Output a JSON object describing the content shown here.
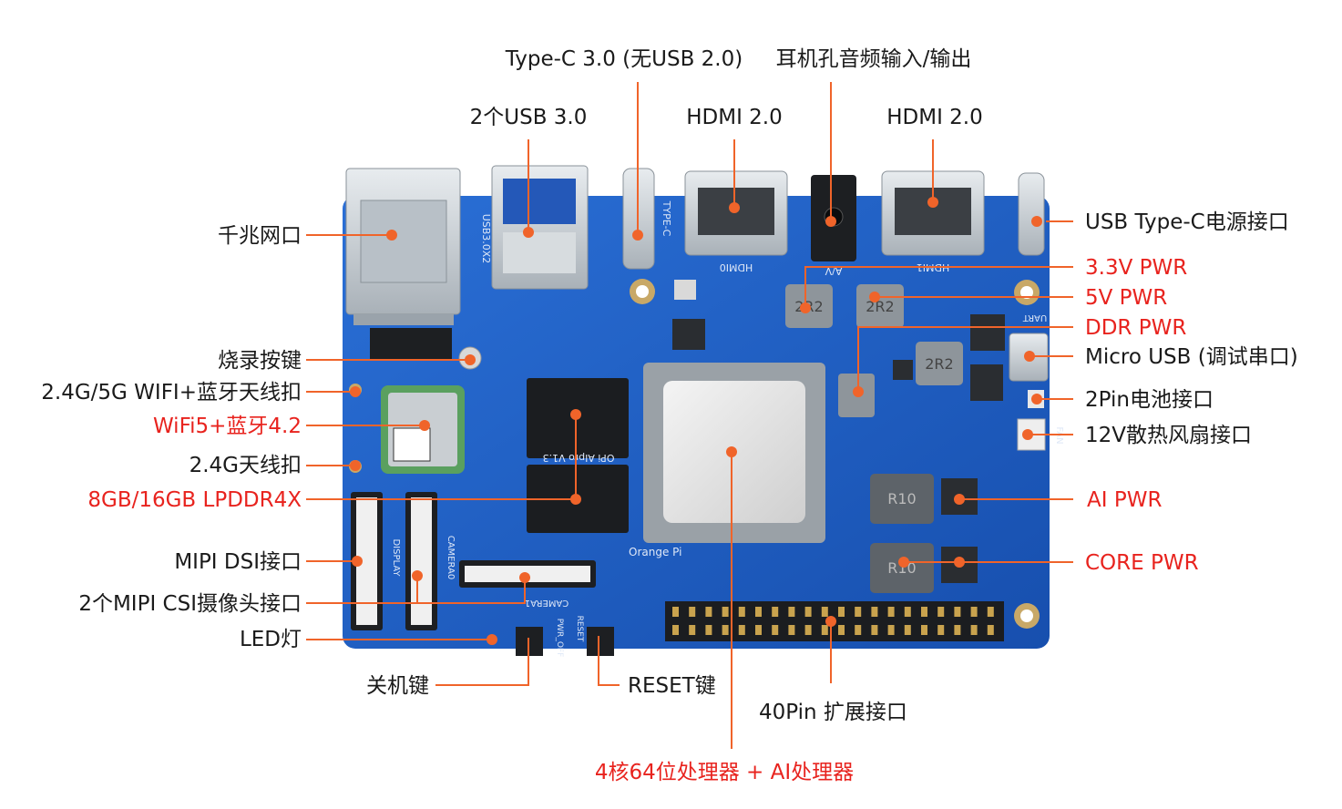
{
  "colors": {
    "normal_label": "#1a1a1a",
    "highlight_label": "#e8231e",
    "pointer": "#f0642a",
    "board": "#1f5fc4"
  },
  "labels": {
    "typec_usb": "Type-C 3.0 (无USB 2.0)",
    "headphone": "耳机孔音频输入/输出",
    "usb3x2": "2个USB 3.0",
    "hdmi1": "HDMI 2.0",
    "hdmi2": "HDMI 2.0",
    "ethernet": "千兆网口",
    "usb_typec_power": "USB Type-C电源接口",
    "pwr_33": "3.3V PWR",
    "pwr_5": "5V PWR",
    "pwr_ddr": "DDR PWR",
    "micro_usb": "Micro USB (调试串口)",
    "burn_key": "烧录按键",
    "wifi_bt_ant": "2.4G/5G WIFI+蓝牙天线扣",
    "battery": "2Pin电池接口",
    "wifi5_bt": "WiFi5+蓝牙4.2",
    "fan": "12V散热风扇接口",
    "ant24": "2.4G天线扣",
    "lpddr": "8GB/16GB LPDDR4X",
    "ai_pwr": "AI PWR",
    "mipi_dsi": "MIPI DSI接口",
    "core_pwr": "CORE PWR",
    "mipi_csi": "2个MIPI CSI摄像头接口",
    "led": "LED灯",
    "power_key": "关机键",
    "reset_key": "RESET键",
    "pin40": "40Pin 扩展接口",
    "cpu": "4核64位处理器 + AI处理器"
  },
  "board_text": {
    "usb_mark": "USB3.0X2",
    "typec_mark": "TYPE-C",
    "hdmi0_mark": "HDMI0",
    "hdmi1_mark": "HDMI1",
    "av_mark": "A/V",
    "inductor_a": "2R2",
    "inductor_b": "2R2",
    "inductor_c": "2R2",
    "inductor_d": "R10",
    "inductor_e": "R10",
    "display_mark": "DISPLAY",
    "camera0_mark": "CAMERA0",
    "camera1_mark": "CAMERA1",
    "board_name": "OPi AIpro V1.3",
    "brand": "Orange Pi",
    "pwr_off": "PWR_OFF",
    "reset_mark": "RESET",
    "uart_mark": "UART",
    "fan_mark": "FAN"
  }
}
